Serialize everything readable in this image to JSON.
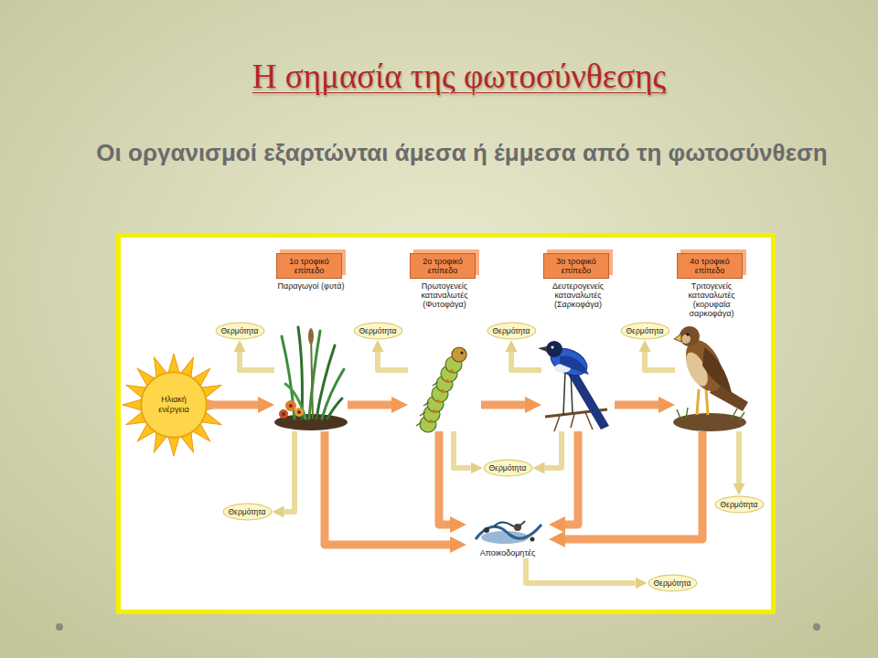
{
  "diagram": {
    "title": "Η σημασία της φωτοσύνθεσης",
    "nodes": [
      {
        "text": [
          "1ο τροφικό επίπεδο",
          "Παραγωγοί (φυτά)"
        ]
      },
      {
        "text": [
          "2ο τροφικό επίπεδο",
          "Πρωτογενείς καταναλωτές (Φυτοφάγα)"
        ]
      },
      {
        "text": [
          "3ο τροφικό επίπεδο",
          "Δευτερογενείς καταναλωτές (Σαρκοφάγα)"
        ]
      },
      {
        "text": [
          "4ο τροφικό επίπεδο",
          "Τριτογενείς καταναλωτές (κορυφαία σαρκοφάγα)"
        ]
      },
      {
        "text": [
          "Ηλιακή ενέργεια"
        ]
      },
      {
        "text": [
          "Θερμότητα"
        ]
      },
      {
        "text": [
          "Θερμότητα"
        ]
      },
      {
        "text": [
          "Θερμότητα"
        ]
      },
      {
        "text": [
          "Θερμότητα"
        ]
      },
      {
        "text": [
          "Θερμότητα"
        ]
      },
      {
        "text": [
          "Θερμότητα"
        ]
      },
      {
        "text": [
          "Θερμότητα"
        ]
      },
      {
        "text": [
          "Αποικοδομητές"
        ]
      },
      {
        "text": [
          "Θερμότητα"
        ]
      }
    ],
    "edges": [
      {
        "from": 4,
        "to": 0,
        "arrow": "to"
      },
      {
        "from": 0,
        "to": 5,
        "arrow": "to"
      },
      {
        "from": 0,
        "to": 1,
        "arrow": "to"
      },
      {
        "from": 1,
        "to": 6,
        "arrow": "to"
      },
      {
        "from": 1,
        "to": 2,
        "arrow": "to"
      },
      {
        "from": 2,
        "to": 7,
        "arrow": "to"
      },
      {
        "from": 2,
        "to": 3,
        "arrow": "to"
      },
      {
        "from": 3,
        "to": 8,
        "arrow": "to"
      },
      {
        "from": 0,
        "to": 12,
        "arrow": "to"
      },
      {
        "from": 0,
        "to": 9,
        "arrow": "to"
      },
      {
        "from": 1,
        "to": 12,
        "arrow": "to"
      },
      {
        "from": 1,
        "to": 10,
        "arrow": "to"
      },
      {
        "from": 2,
        "to": 10,
        "arrow": "to"
      },
      {
        "from": 2,
        "to": 12,
        "arrow": "to"
      },
      {
        "from": 3,
        "to": 12,
        "arrow": "to"
      },
      {
        "from": 3,
        "to": 11,
        "arrow": "to"
      },
      {
        "from": 12,
        "to": 13,
        "arrow": "to"
      }
    ],
    "labels": [
      "Οι οργανισμοί εξαρτώνται άμεσα ή έμμεσα από τη φωτοσύνθεση"
    ]
  }
}
